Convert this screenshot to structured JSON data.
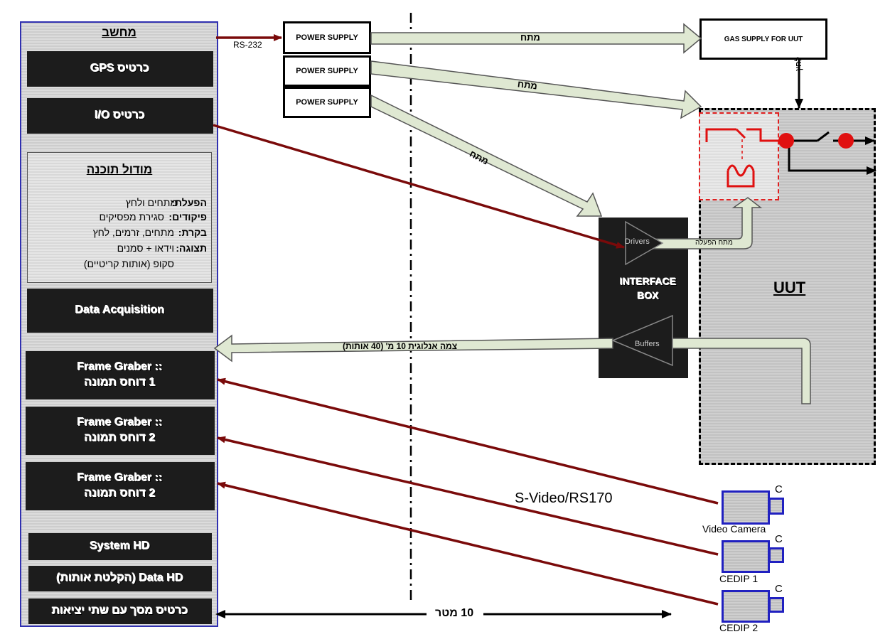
{
  "computer": {
    "title": "מחשב",
    "gps_card": "כרטיס GPS",
    "io_card": "כרטיס I/O",
    "software": {
      "title": "מודול תוכנה",
      "rows": [
        {
          "key": "הפעלת:",
          "value": "מתחים ולחץ"
        },
        {
          "key": "פיקודים:",
          "value": "סגירת מפסיקים"
        },
        {
          "key": "בקרת:",
          "value": "מתחים, זרמים, לחץ"
        },
        {
          "key": "תצוגה:",
          "value": "וידאו + סמנים"
        },
        {
          "key": "",
          "value": "סקופ (אותות קריטיים)"
        }
      ]
    },
    "data_acq": "Data Acquisition",
    "frame_grabbers": [
      {
        "line1": "Frame Graber ::",
        "line2": "1 דוחס תמונה"
      },
      {
        "line1": "Frame Graber ::",
        "line2": "2 דוחס תמונה"
      },
      {
        "line1": "Frame Graber ::",
        "line2": "2 דוחס תמונה"
      }
    ],
    "system_hd": "System HD",
    "data_hd": "Data HD (הקלטת אותות)",
    "display_card": "כרטיס מסך עם שתי יציאות"
  },
  "rs232": "RS-232",
  "power_supplies": [
    "POWER SUPPLY",
    "POWER SUPPLY",
    "POWER SUPPLY"
  ],
  "gas_supply": "GAS SUPPLY FOR UUT",
  "gas_line_label": "לחץ",
  "arrow_labels": {
    "voltage1": "מתח",
    "voltage2": "מתח",
    "voltage3": "מתח",
    "activation_voltage": "מתח הפעלה",
    "analog_harness": "צמה אנלוגית 10 מ' (40 אותות)",
    "distance": "10 מטר"
  },
  "interface_box": {
    "title_line1": "INTERFACE",
    "title_line2": "BOX",
    "drivers": "Drivers",
    "buffers": "Buffers"
  },
  "uut_label": "UUT",
  "video_link_label": "S-Video/RS170",
  "cameras": [
    {
      "name": "Video Camera",
      "badge": "C"
    },
    {
      "name": "CEDIP 1",
      "badge": "C"
    },
    {
      "name": "CEDIP 2",
      "badge": "C"
    }
  ],
  "colors": {
    "cable": "#7a0a0a",
    "wide_arrow_fill": "#dfe8d2",
    "relay_red": "#e01010",
    "computer_border": "#3030b0",
    "camera_border": "#2020c0"
  }
}
